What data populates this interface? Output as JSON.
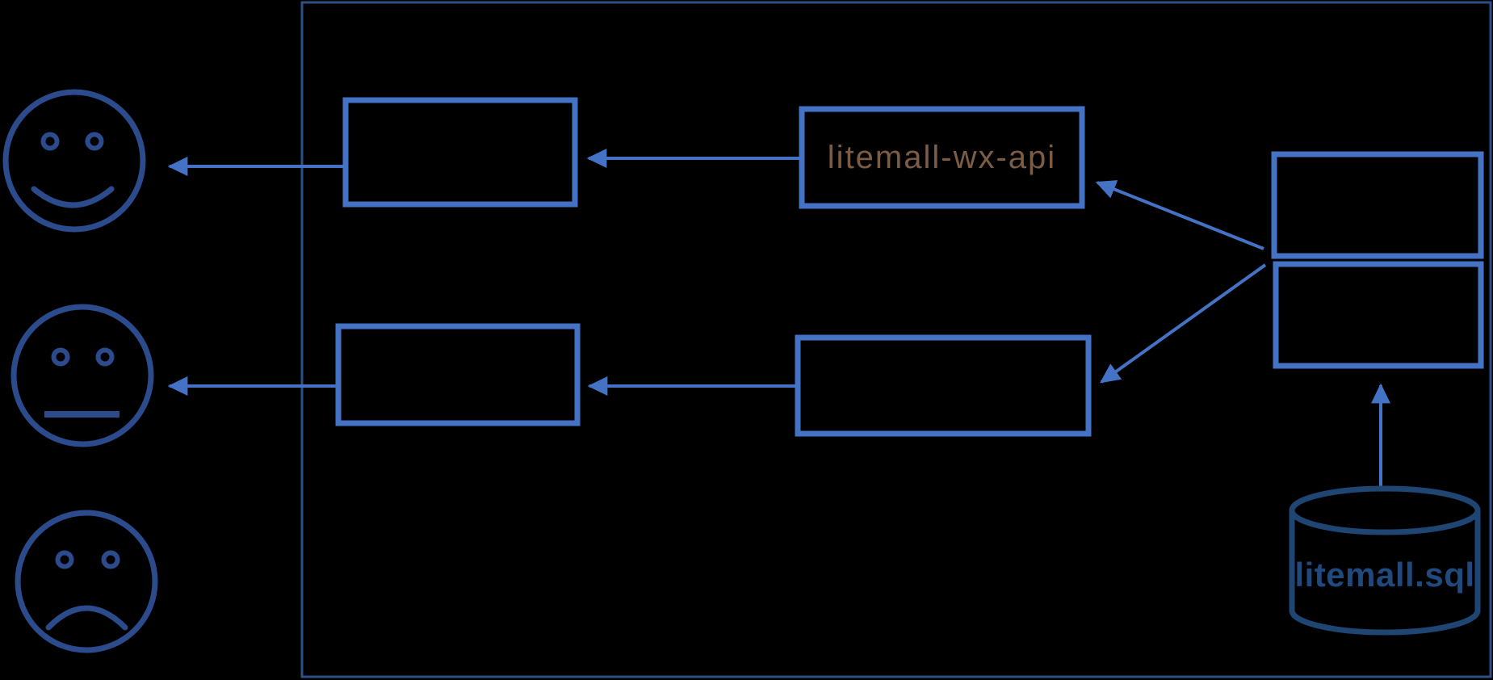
{
  "diagram": {
    "kind": "architecture-diagram",
    "labels": {
      "wx_api_box": "litemall-wx-api",
      "database": "litemall.sql"
    },
    "icons": {
      "happy_face": "happy-face-icon",
      "neutral_face": "neutral-face-icon",
      "sad_face": "sad-face-icon",
      "database": "database-cylinder-icon"
    },
    "colors": {
      "background": "#000000",
      "node_border": "#4472C4",
      "arrow": "#4472C4",
      "frame_border": "#2E5084",
      "face_stroke": "#2B4B8C",
      "database_stroke": "#1F4573",
      "wx_api_label_text": "#7B5C45",
      "database_label_text": "#20497E"
    }
  }
}
